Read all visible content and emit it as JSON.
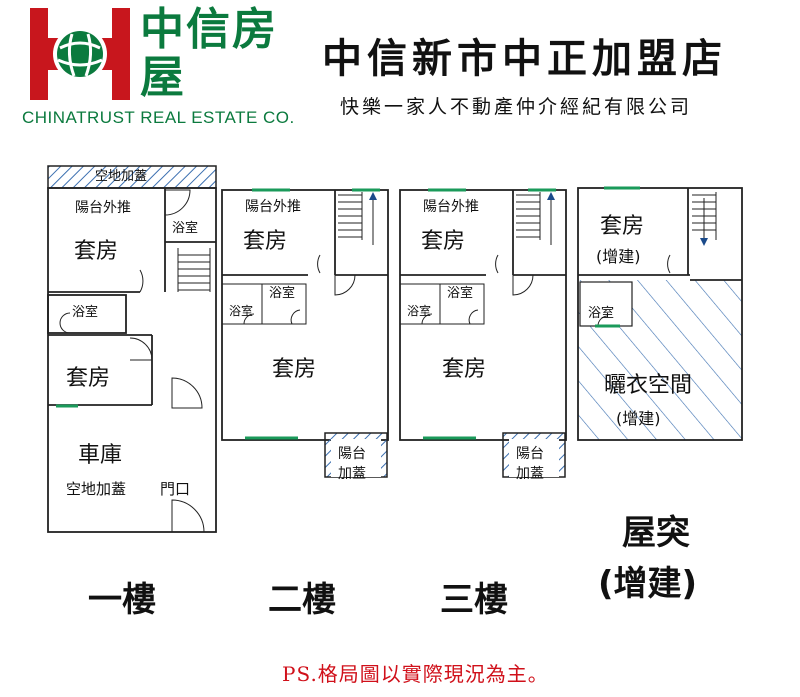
{
  "header": {
    "brand_cn": "中信房屋",
    "brand_en": "CHINATRUST REAL ESTATE CO.",
    "store_name": "中信新市中正加盟店",
    "company": "快樂一家人不動產仲介經紀有限公司"
  },
  "floors": {
    "f1": {
      "label": "一樓",
      "rooms": {
        "vacant_cover": "空地加蓋",
        "balcony_ext": "陽台外推",
        "suite_top": "套房",
        "bath_top": "浴室",
        "bath_mid": "浴室",
        "suite_mid": "套房",
        "garage": "車庫",
        "vacant_cover_garage": "空地加蓋",
        "doorway": "門口"
      }
    },
    "f2": {
      "label": "二樓",
      "rooms": {
        "balcony_ext": "陽台外推",
        "suite_small": "套房",
        "bath_a": "浴室",
        "bath_b": "浴室",
        "suite_big": "套房",
        "balcony_cover_1": "陽台",
        "balcony_cover_2": "加蓋"
      }
    },
    "f3": {
      "label": "三樓",
      "rooms": {
        "balcony_ext": "陽台外推",
        "suite_small": "套房",
        "bath_a": "浴室",
        "bath_b": "浴室",
        "suite_big": "套房",
        "balcony_cover_1": "陽台",
        "balcony_cover_2": "加蓋"
      }
    },
    "roof": {
      "label_1": "屋突",
      "label_2": "(增建)",
      "rooms": {
        "suite": "套房",
        "suite_note": "(增建)",
        "bath": "浴室",
        "laundry": "曬衣空間",
        "laundry_note": "(增建)"
      }
    }
  },
  "footer": {
    "note": "PS.格局圖以實際現況為主。"
  },
  "colors": {
    "brand_red": "#c8161d",
    "brand_green": "#0b7a3e",
    "window_green": "#1a9a5a",
    "note_red": "#d0101a"
  }
}
